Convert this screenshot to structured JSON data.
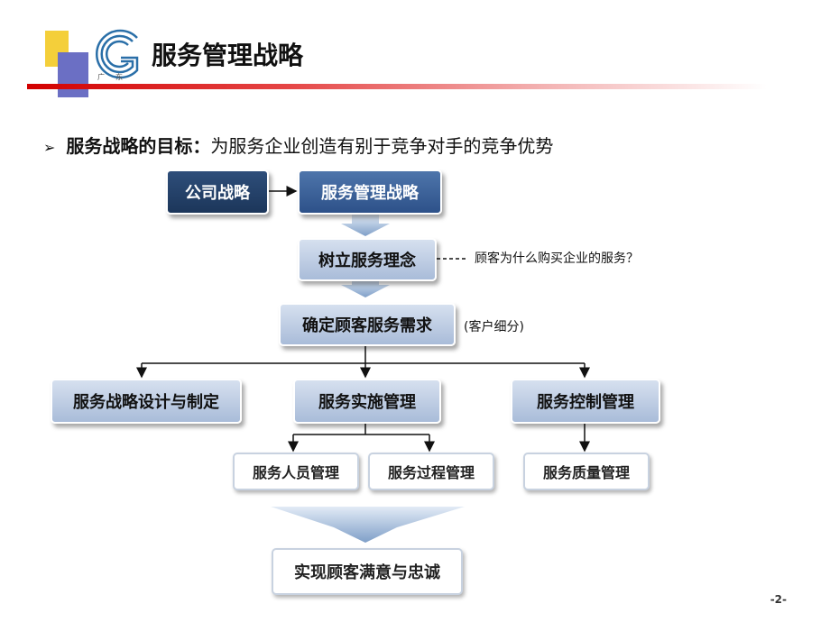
{
  "header": {
    "title": "服务管理战略",
    "logo_subtext": "广东",
    "colors": {
      "accent_red": "#d20000",
      "logo_yellow": "#f4cf3a",
      "logo_blue": "#6b6fc4",
      "logo_g": "#2a6fa8"
    }
  },
  "bullet": {
    "label": "服务战略的目标：",
    "text": "为服务企业创造有别于竞争对手的竞争优势"
  },
  "diagram": {
    "company_strategy": "公司战略",
    "service_mgmt_strategy": "服务管理战略",
    "establish_concept": "树立服务理念",
    "concept_note": "顾客为什么购买企业的服务？",
    "determine_needs": "确定顾客服务需求",
    "needs_note": "(客户细分)",
    "strategy_design": "服务战略设计与制定",
    "implementation": "服务实施管理",
    "control": "服务控制管理",
    "personnel": "服务人员管理",
    "process": "服务过程管理",
    "quality": "服务质量管理",
    "result": "实现顾客满意与忠诚"
  },
  "page_number": "-2-"
}
